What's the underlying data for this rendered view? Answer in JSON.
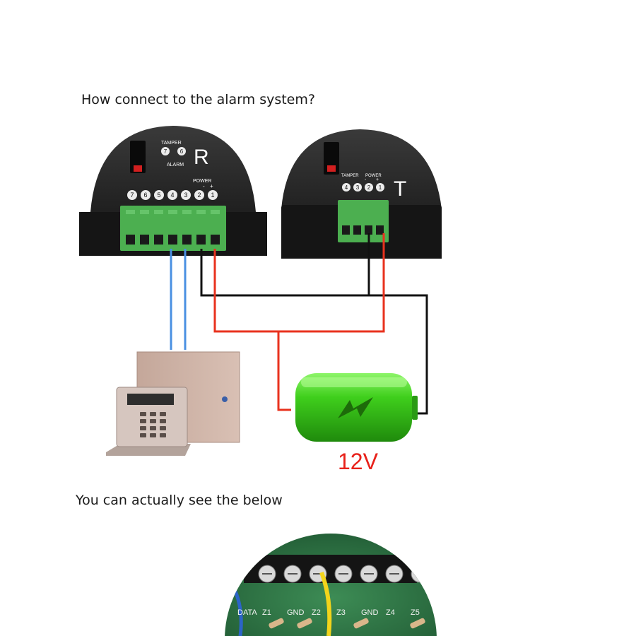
{
  "headings": {
    "top": "How connect to the alarm system?",
    "bottom": "You can actually see the below"
  },
  "receiver": {
    "letter": "R",
    "tamper_label": "TAMPER",
    "alarm_label": "ALARM",
    "power_label": "POWER",
    "tamper_terminals": [
      "7",
      "6"
    ],
    "terminals": [
      "7",
      "6",
      "5",
      "4",
      "3",
      "2",
      "1"
    ],
    "power_marks": [
      "-",
      "+"
    ]
  },
  "transmitter": {
    "letter": "T",
    "tamper_label": "TAMPER",
    "power_label": "POWER",
    "terminals": [
      "4",
      "3",
      "2",
      "1"
    ],
    "power_marks": [
      "-",
      "+"
    ]
  },
  "battery": {
    "voltage_label": "12V"
  },
  "panel_board": {
    "labels": [
      "DATA",
      "Z1",
      "GND",
      "Z2",
      "Z3",
      "GND",
      "Z4",
      "Z5"
    ]
  },
  "colors": {
    "wire_red": "#e8321e",
    "wire_black": "#111111",
    "wire_blue": "#4a90e2",
    "terminal_green": "#4caf50",
    "battery_green": "#3fcf1c",
    "voltage_text": "#e8211a",
    "device_body": "#1c1c1c",
    "circuit_board": "#2f7a45"
  }
}
